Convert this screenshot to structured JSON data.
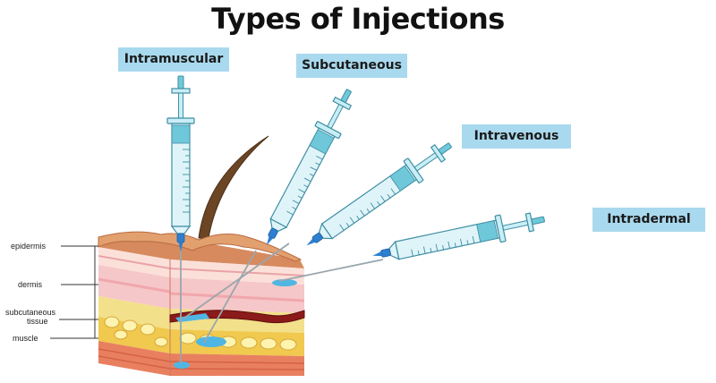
{
  "title": "Types of Injections",
  "injections": [
    "Intramuscular",
    "Subcutaneous",
    "Intravenous",
    "Intradermal"
  ],
  "layers": {
    "epidermis": "epidermis",
    "dermis": "dermis",
    "subcutaneous_1": "subcutaneous",
    "subcutaneous_2": "tissue",
    "muscle": "muscle"
  },
  "colors": {
    "label_bg": "#a9d9ee",
    "syringe_fill": "#c9eef6",
    "syringe_stroke": "#3f8ea3",
    "plunger": "#6fc8d9",
    "needle_hub": "#2f7fd0",
    "epidermis": "#d78a5e",
    "dermis": "#f6c7c8",
    "fat": "#f3e08a",
    "muscle": "#e88060",
    "vein": "#8b1a1a"
  }
}
